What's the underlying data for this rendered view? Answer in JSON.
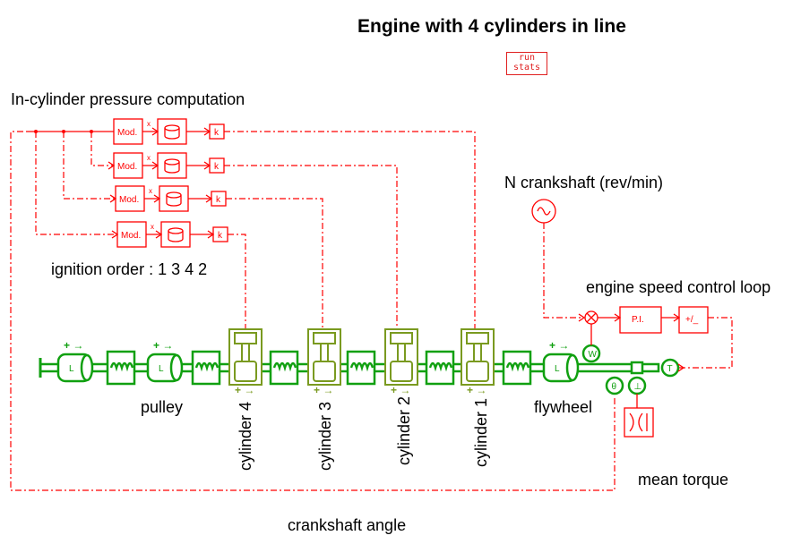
{
  "title": "Engine with 4 cylinders in line",
  "run_stats": {
    "line1": "run",
    "line2": "stats"
  },
  "labels": {
    "pressure": "In-cylinder pressure computation",
    "n_crankshaft": "N crankshaft (rev/min)",
    "ignition": "ignition order : 1 3 4 2",
    "speed_loop": "engine speed control loop",
    "pulley": "pulley",
    "flywheel": "flywheel",
    "mean_torque": "mean torque",
    "crank_angle": "crankshaft angle"
  },
  "cylinders": [
    "cylinder 4",
    "cylinder 3",
    "cylinder 2",
    "cylinder 1"
  ],
  "blocks": {
    "mod": "Mod.",
    "gain": "k",
    "pi": "P.I.",
    "sign": "+/_",
    "inertia": "L",
    "speed_sensor": "W",
    "angle_sensor": "θ",
    "torque_sensor": "⊥",
    "torque_source": "T",
    "mult": "x"
  },
  "colors": {
    "signal": "#ff0000",
    "mechanical": "#10a010",
    "cylinder": "#7a9a20"
  }
}
